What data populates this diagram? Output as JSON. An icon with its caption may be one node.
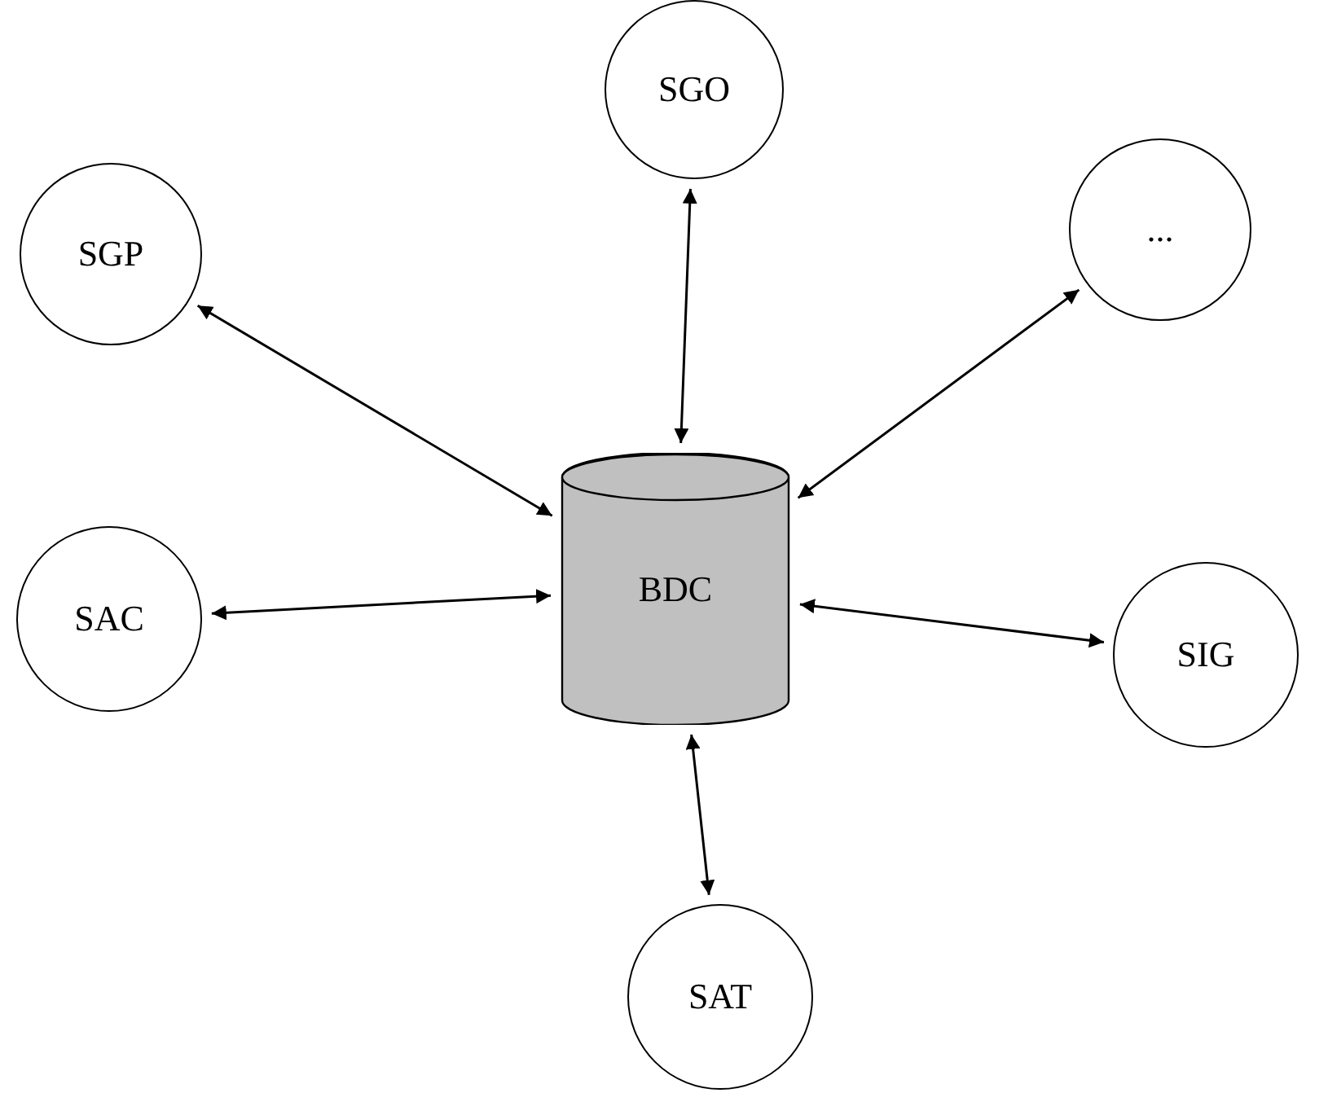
{
  "diagram": {
    "nodes": [
      {
        "text": [
          "SGO"
        ]
      },
      {
        "text": [
          "SGP"
        ]
      },
      {
        "text": [
          "..."
        ]
      },
      {
        "text": [
          "BDC"
        ]
      },
      {
        "text": [
          "SAC"
        ]
      },
      {
        "text": [
          "SIG"
        ]
      },
      {
        "text": [
          "SAT"
        ]
      }
    ],
    "edges": [
      {
        "from": 1,
        "to": 3,
        "arrow": "both"
      },
      {
        "from": 0,
        "to": 3,
        "arrow": "both"
      },
      {
        "from": 2,
        "to": 3,
        "arrow": "both"
      },
      {
        "from": 4,
        "to": 3,
        "arrow": "both"
      },
      {
        "from": 5,
        "to": 3,
        "arrow": "both"
      },
      {
        "from": 6,
        "to": 3,
        "arrow": "both"
      }
    ]
  }
}
